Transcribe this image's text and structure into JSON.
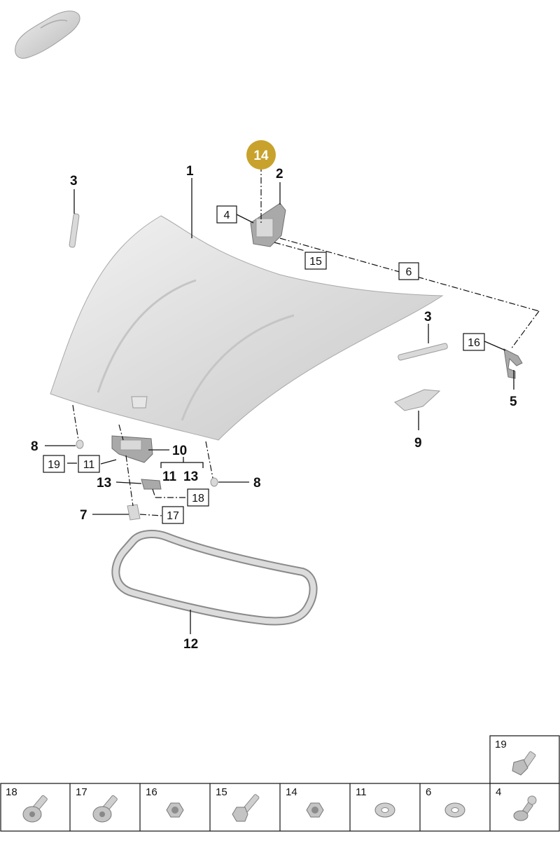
{
  "callouts": {
    "highlight": "14",
    "hood": "1",
    "hinge": "2",
    "strut_left": "3",
    "strut_right": "3",
    "hinge_box": "4",
    "cable_end": "5",
    "cable_box": "6",
    "bracket": "7",
    "bumper_left": "8",
    "bumper_right": "8",
    "panel": "9",
    "latch": "10",
    "latch_screw_box": "11",
    "latch_screw": "11",
    "latch_nut": "13",
    "switch": "13",
    "seal": "12",
    "hinge_bolt_box": "15",
    "cable_nut_box": "16",
    "bracket_screw_box": "17",
    "switch_screw_box": "18",
    "latch_bolt_box": "19"
  },
  "hardware_cells": [
    {
      "number": "18",
      "icon": "torx-screw-icon"
    },
    {
      "number": "17",
      "icon": "torx-screw-icon"
    },
    {
      "number": "16",
      "icon": "hex-nut-icon"
    },
    {
      "number": "15",
      "icon": "hex-bolt-icon"
    },
    {
      "number": "14",
      "icon": "hex-nut-icon"
    },
    {
      "number": "11",
      "icon": "washer-icon"
    },
    {
      "number": "6",
      "icon": "washer-icon"
    },
    {
      "number": "4",
      "icon": "ball-stud-icon"
    }
  ],
  "hardware_top": {
    "number": "19",
    "icon": "flange-bolt-icon"
  },
  "colors": {
    "highlight": "#c8a22c",
    "highlight_text": "#ffffff",
    "line": "#111111",
    "part": "#d9d9d9"
  }
}
